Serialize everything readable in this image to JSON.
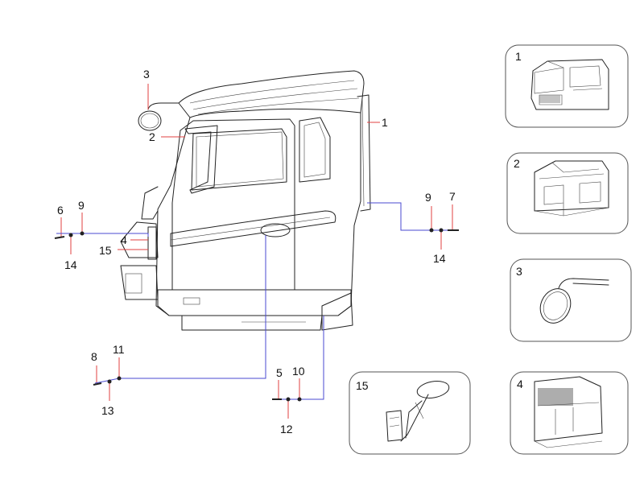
{
  "callouts": {
    "c1": "1",
    "c2": "2",
    "c3": "3",
    "c4": "4",
    "c5": "5",
    "c6": "6",
    "c7": "7",
    "c8": "8",
    "c9a": "9",
    "c9b": "9",
    "c10": "10",
    "c11": "11",
    "c12": "12",
    "c13": "13",
    "c14a": "14",
    "c14b": "14",
    "c15": "15"
  },
  "insets": {
    "i1": "1",
    "i2": "2",
    "i3": "3",
    "i4": "4",
    "i15": "15"
  },
  "colors": {
    "leader_red": "#e04040",
    "leader_blue": "#4a4ad0"
  }
}
